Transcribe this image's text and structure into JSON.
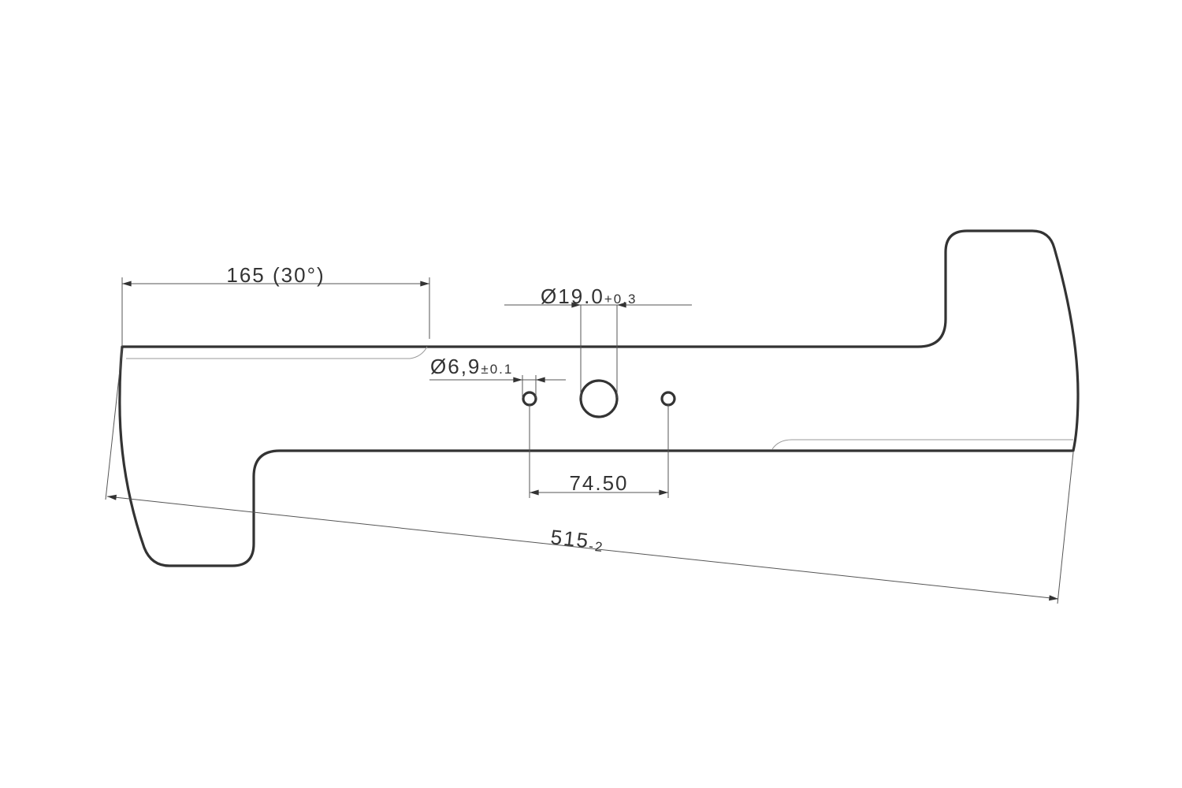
{
  "drawing": {
    "title": "Lawn mower blade dimensions",
    "dimensions": {
      "bevel_length": {
        "value": "165",
        "note": "(30°)"
      },
      "center_hole": {
        "symbol": "Ø",
        "value": "19.0",
        "tolerance": "+0.3"
      },
      "bolt_hole": {
        "symbol": "Ø",
        "value": "6,9",
        "tolerance": "±0.1"
      },
      "hole_spacing": {
        "value": "74.50"
      },
      "overall_length": {
        "value": "515",
        "tolerance": "-2"
      }
    }
  }
}
